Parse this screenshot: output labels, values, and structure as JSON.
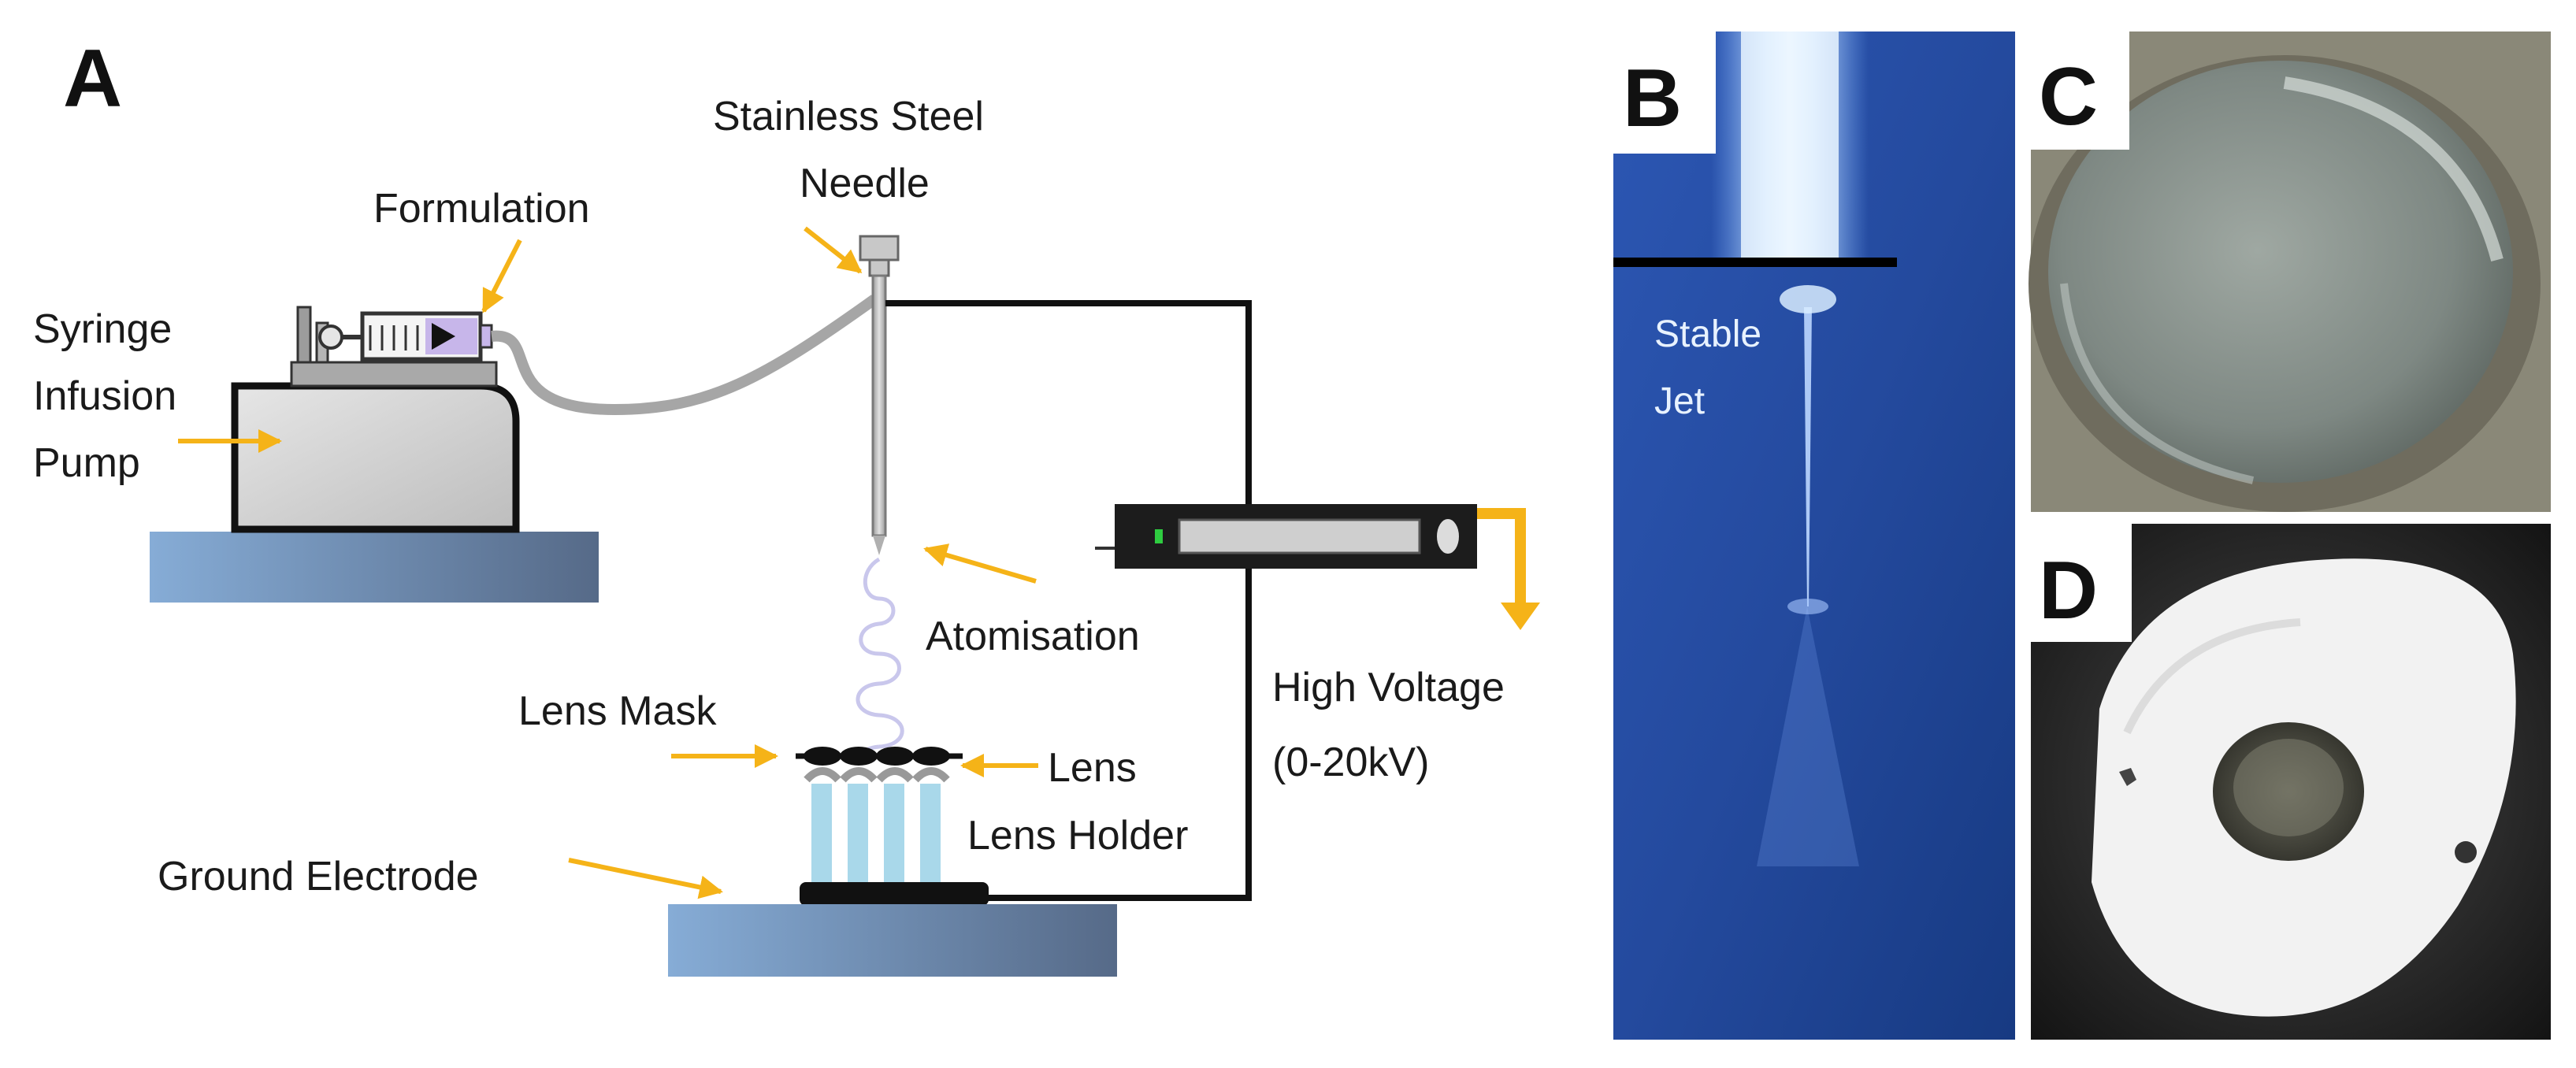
{
  "panel_letters": {
    "a": "A",
    "b": "B",
    "c": "C",
    "d": "D"
  },
  "labels": {
    "needle_line1": "Stainless Steel",
    "needle_line2": "Needle",
    "formulation": "Formulation",
    "pump_line1": "Syringe",
    "pump_line2": "Infusion",
    "pump_line3": "Pump",
    "atomisation": "Atomisation",
    "lens_mask": "Lens Mask",
    "lens": "Lens",
    "lens_holder": "Lens Holder",
    "ground_electrode": "Ground Electrode",
    "hv_line1": "High Voltage",
    "hv_line2": "(0-20kV)"
  },
  "photo_labels": {
    "stable_line1": "Stable",
    "stable_line2": "Jet"
  },
  "colors": {
    "arrow": "#f5b318",
    "outline": "#111111",
    "pump_fill": "#d4d4d4",
    "base_left": "#7ea6d2",
    "base_right": "#5a6f8c",
    "holder_tube": "#a9d8ea",
    "spray": "#c9c7ec",
    "syringe_liquid": "#c7b6ea",
    "jet_blue": "#1e3f8c"
  }
}
